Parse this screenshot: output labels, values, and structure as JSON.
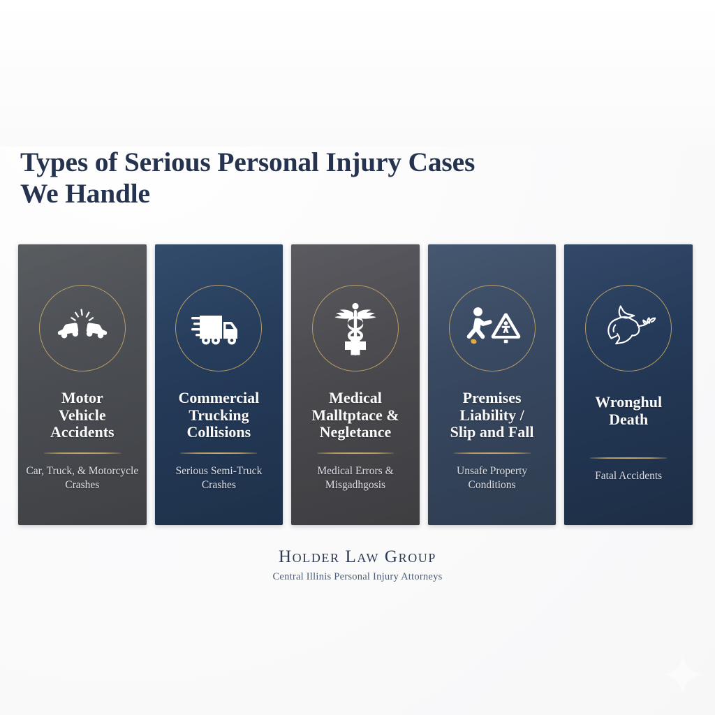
{
  "heading": {
    "line1": "Types of Serious Personal Injury Cases",
    "line2": "We Handle"
  },
  "colors": {
    "background": "#f9f9fa",
    "heading_navy": "#25334f",
    "gold_accent": "#b99d64",
    "card_charcoal": "#4a4d52",
    "card_navy_deep": "#233консул"
  },
  "cards": [
    {
      "icon": "car-collision-icon",
      "title": "Motor Vehicle Accidents",
      "title_lines": [
        "Motor",
        "Vehicle",
        "Accidents"
      ],
      "subtitle": "Car, Truck, & Motorcycle Crashes",
      "background": "#4a4d52"
    },
    {
      "icon": "semi-truck-icon",
      "title": "Commercial Trucking Collisions",
      "title_lines": [
        "Commercial",
        "Trucking",
        "Collisions"
      ],
      "subtitle": "Serious Semi-Truck Crashes",
      "background": "#243a58"
    },
    {
      "icon": "caduceus-medical-icon",
      "title": "Medical Malltptace & Negletance",
      "title_lines": [
        "Medical",
        "Malltptace &",
        "Negletance"
      ],
      "subtitle": "Medical Errors & Misgadhgosis",
      "background": "#4a4a4e"
    },
    {
      "icon": "slip-and-fall-warning-icon",
      "title": "Premises Liability / Slip and Fall",
      "title_lines": [
        "Premises",
        "Liability /",
        "Slip and Fall"
      ],
      "subtitle": "Unsafe Property Conditions",
      "background": "#37475f"
    },
    {
      "icon": "dove-olive-branch-icon",
      "title": "Wronghul Death",
      "title_lines": [
        "Wronghul",
        "Death"
      ],
      "subtitle": "Fatal Accidents",
      "background": "#233css"
    }
  ],
  "footer": {
    "firm_name": "Holder Law Group",
    "tagline": "Central Illinis Personal Injury Attorneys"
  }
}
